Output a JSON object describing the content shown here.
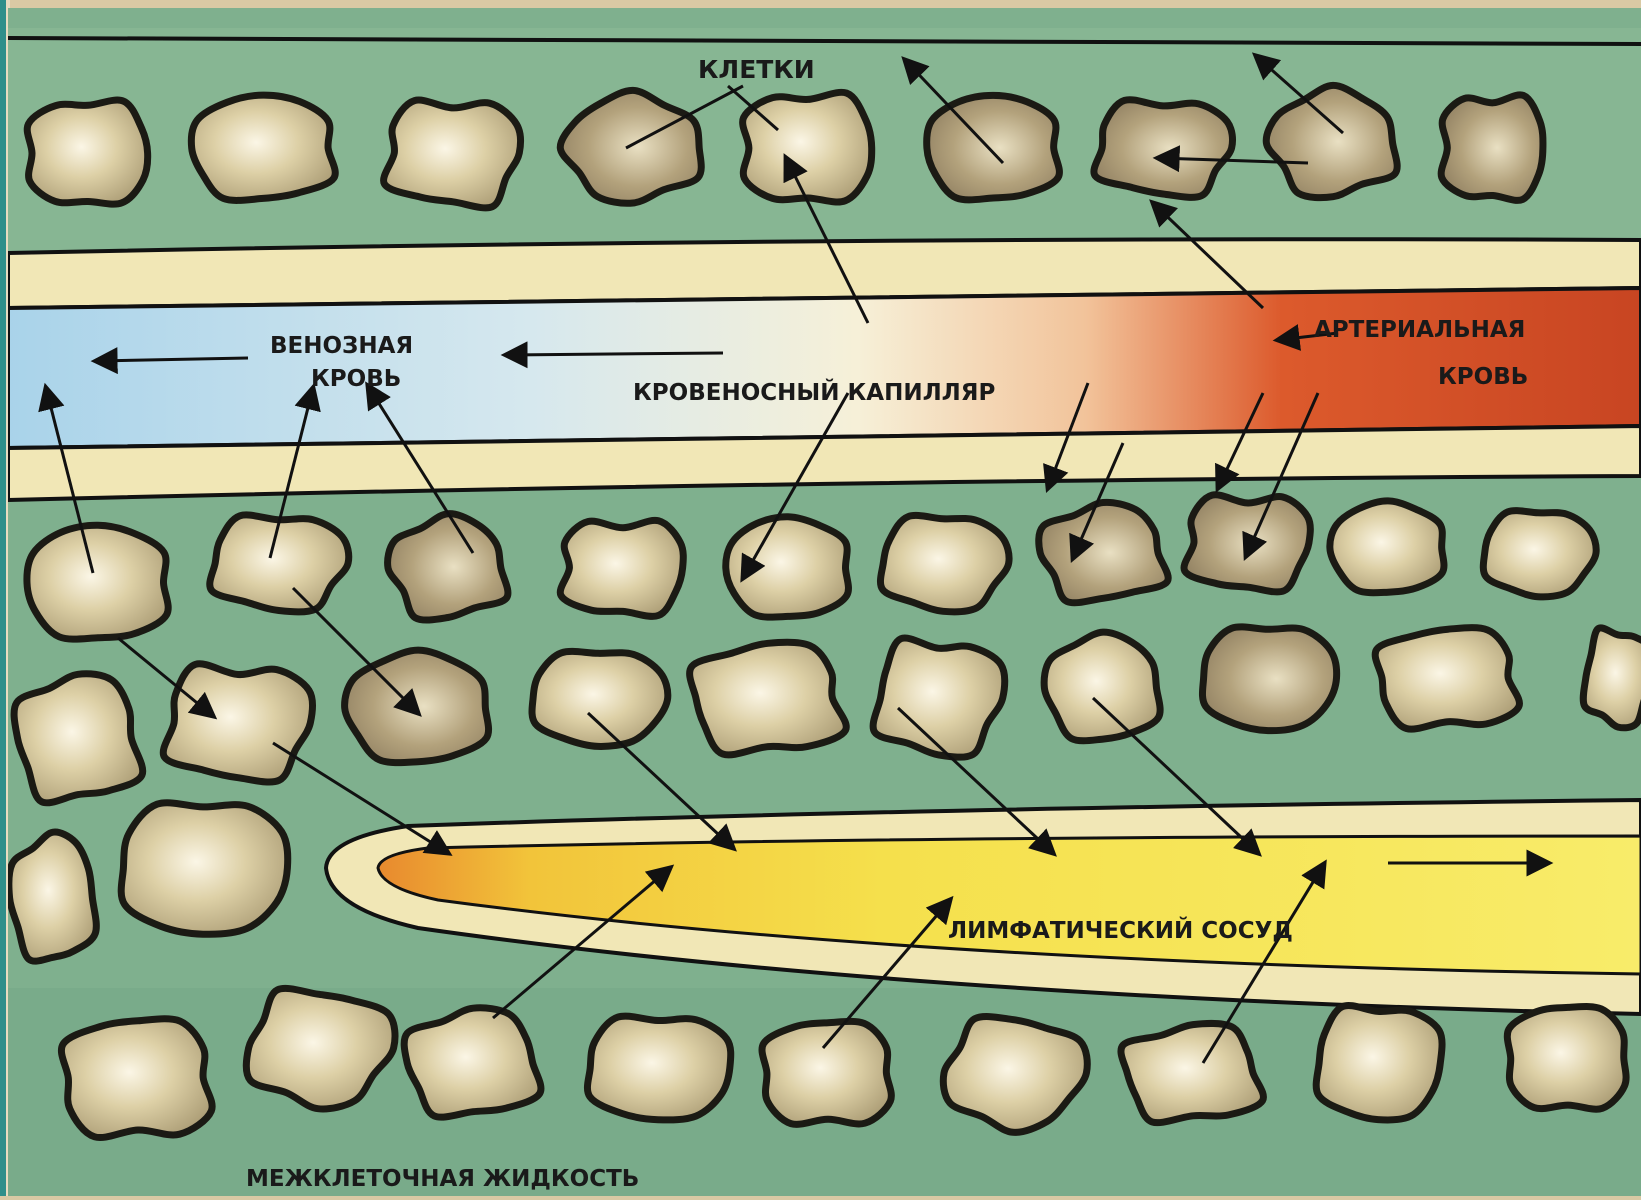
{
  "labels": {
    "cells": "КЛЕТКИ",
    "venous_blood_line1": "ВЕНОЗНАЯ",
    "venous_blood_line2": "КРОВЬ",
    "capillary": "КРОВЕНОСНЫЙ КАПИЛЛЯР",
    "arterial_blood_line1": "АРТЕРИАЛЬНАЯ",
    "arterial_blood_line2": "КРОВЬ",
    "lymph_vessel": "ЛИМФАТИЧЕСКИЙ СОСУД",
    "interstitial_fluid": "МЕЖКЛЕТОЧНАЯ ЖИДКОСТЬ"
  },
  "colors": {
    "tissue": "#7fb08e",
    "cell": "#cdbb8c",
    "cell_outline": "#1b1a14",
    "vessel_wall": "#f1e7b6",
    "venous": "#9cc9e2",
    "arterial": "#d8512a",
    "lymph": "#f1dc4a"
  },
  "icons": [
    "arrow-icon",
    "cell-shape"
  ]
}
